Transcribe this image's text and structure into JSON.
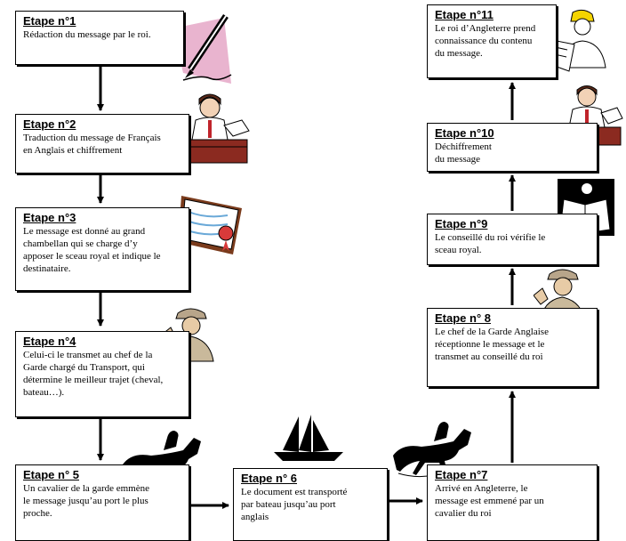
{
  "steps": [
    {
      "title": "Etape n°1",
      "text": "Rédaction du message par  le roi."
    },
    {
      "title": "Etape n°2",
      "text": "Traduction du message de Français\nen Anglais et chiffrement"
    },
    {
      "title": "Etape n°3",
      "text": "Le message est donné au grand\nchambellan qui se charge d’y\napposer le sceau royal et indique le\ndestinataire."
    },
    {
      "title": "Etape n°4",
      "text": "Celui-ci le transmet au chef de la\nGarde chargé du Transport, qui\ndétermine le meilleur trajet (cheval,\nbateau…)."
    },
    {
      "title": "Etape n° 5",
      "text": "Un cavalier de la garde emmène\nle message jusqu’au port le plus\nproche."
    },
    {
      "title": "Etape n° 6",
      "text": " Le document est transporté\npar bateau jusqu’au port\nanglais"
    },
    {
      "title": "Etape n°7",
      "text": " Arrivé en Angleterre, le\nmessage est  emmené par un\ncavalier du roi"
    },
    {
      "title": "Etape n° 8",
      "text": "Le chef de la Garde Anglaise\nréceptionne le message et le\ntransmet au conseillé du roi"
    },
    {
      "title": "Etape n°9",
      "text": "Le conseillé du roi vérifie le\nsceau royal."
    },
    {
      "title": "Etape n°10",
      "text": " Déchiffrement\ndu message"
    },
    {
      "title": "Etape n°11",
      "text": "Le roi d’Angleterre prend\nconnaissance du contenu\ndu message."
    }
  ]
}
